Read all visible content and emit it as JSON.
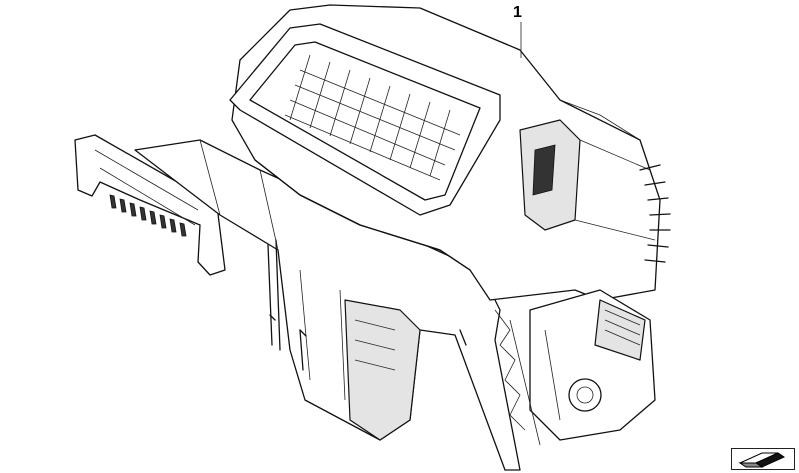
{
  "diagram": {
    "callouts": [
      {
        "label": "1"
      }
    ],
    "icons": [
      "heater-housing-illustration",
      "leader-line",
      "navigation-arrow-icon"
    ]
  }
}
